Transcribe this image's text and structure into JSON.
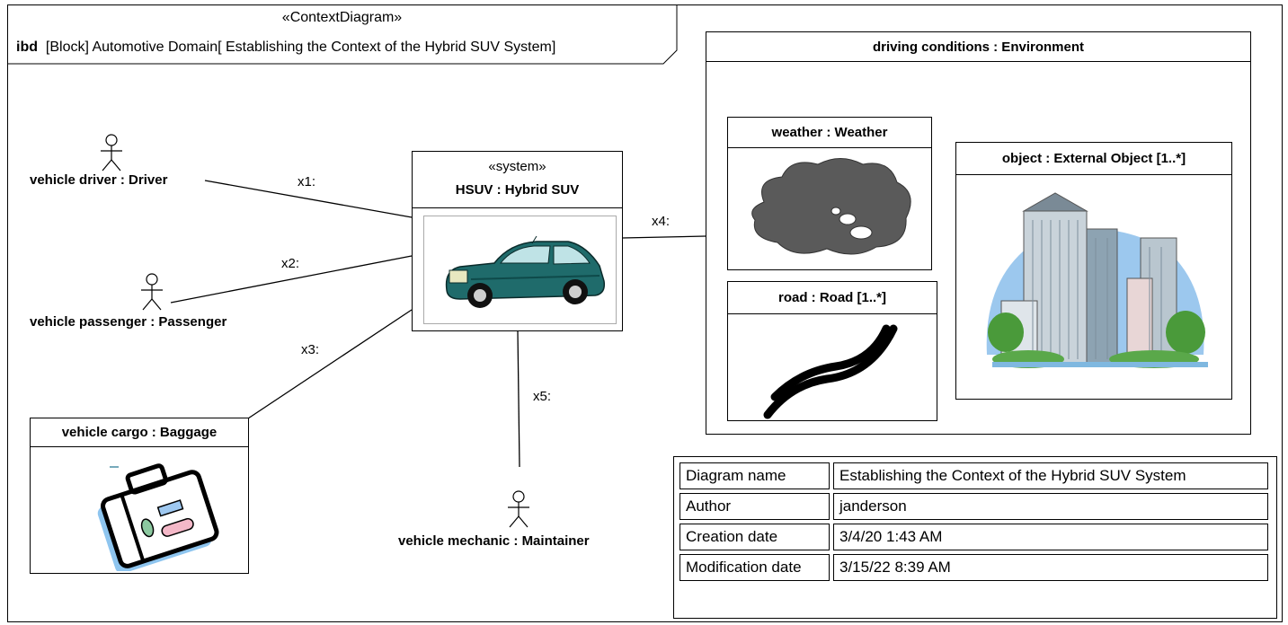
{
  "frame": {
    "stereotype": "«ContextDiagram»",
    "kind": "ibd",
    "title": "[Block] Automotive Domain[ Establishing the Context of the Hybrid SUV System]"
  },
  "system": {
    "stereotype": "«system»",
    "name": "HSUV : Hybrid SUV"
  },
  "actors": {
    "driver": "vehicle driver : Driver",
    "passenger": "vehicle passenger : Passenger",
    "mechanic": "vehicle mechanic : Maintainer"
  },
  "cargo": {
    "name": "vehicle cargo : Baggage"
  },
  "environment": {
    "name": "driving conditions : Environment",
    "weather": "weather : Weather",
    "object": "object : External Object [1..*]",
    "road": "road : Road [1..*]"
  },
  "connectors": {
    "x1": "x1:",
    "x2": "x2:",
    "x3": "x3:",
    "x4": "x4:",
    "x5": "x5:"
  },
  "info_table": {
    "rows": [
      {
        "key": "Diagram name",
        "value": "Establishing the Context of the Hybrid SUV System"
      },
      {
        "key": "Author",
        "value": "janderson"
      },
      {
        "key": "Creation date",
        "value": "3/4/20 1:43 AM"
      },
      {
        "key": "Modification date",
        "value": "3/15/22 8:39 AM"
      }
    ]
  },
  "colors": {
    "car": "#1f6b6b",
    "cloud": "#5a5a5a",
    "building_sky": "#9cc8ee",
    "tree": "#4a9a3a"
  },
  "icons": [
    "car-image",
    "cloud-image",
    "road-image",
    "buildings-image",
    "suitcase-image",
    "actor-icon"
  ]
}
